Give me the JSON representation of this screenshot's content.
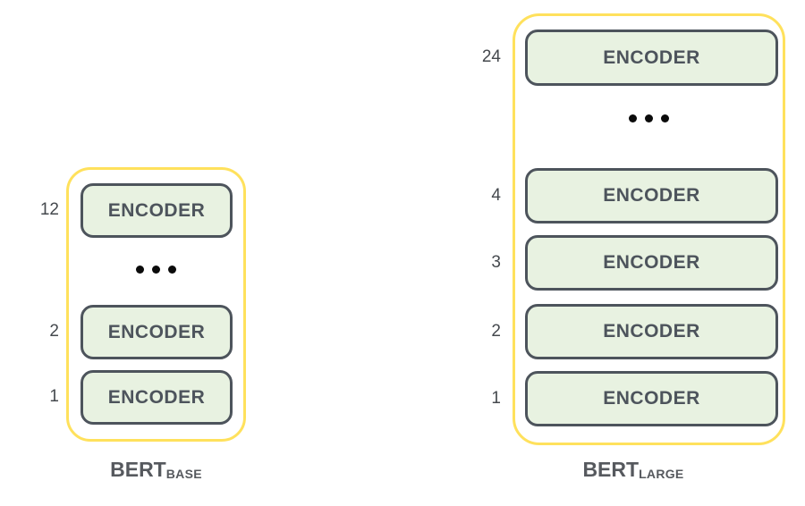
{
  "colors": {
    "yellow": "#FFE15C",
    "green": "#E8F2E1",
    "dark": "#4D545C",
    "num": "#45494E",
    "dot": "#0B0B0B",
    "cap": "#56595E",
    "background": "#FFFFFF"
  },
  "left": {
    "caption_main": "BERT",
    "caption_sub": "BASE",
    "rows": [
      {
        "num": "12",
        "label": "ENCODER"
      },
      {
        "num": "2",
        "label": "ENCODER"
      },
      {
        "num": "1",
        "label": "ENCODER"
      }
    ],
    "ellipsis_icon": "three-dots"
  },
  "right": {
    "caption_main": "BERT",
    "caption_sub": "LARGE",
    "rows": [
      {
        "num": "24",
        "label": "ENCODER"
      },
      {
        "num": "4",
        "label": "ENCODER"
      },
      {
        "num": "3",
        "label": "ENCODER"
      },
      {
        "num": "2",
        "label": "ENCODER"
      },
      {
        "num": "1",
        "label": "ENCODER"
      }
    ],
    "ellipsis_icon": "three-dots"
  }
}
